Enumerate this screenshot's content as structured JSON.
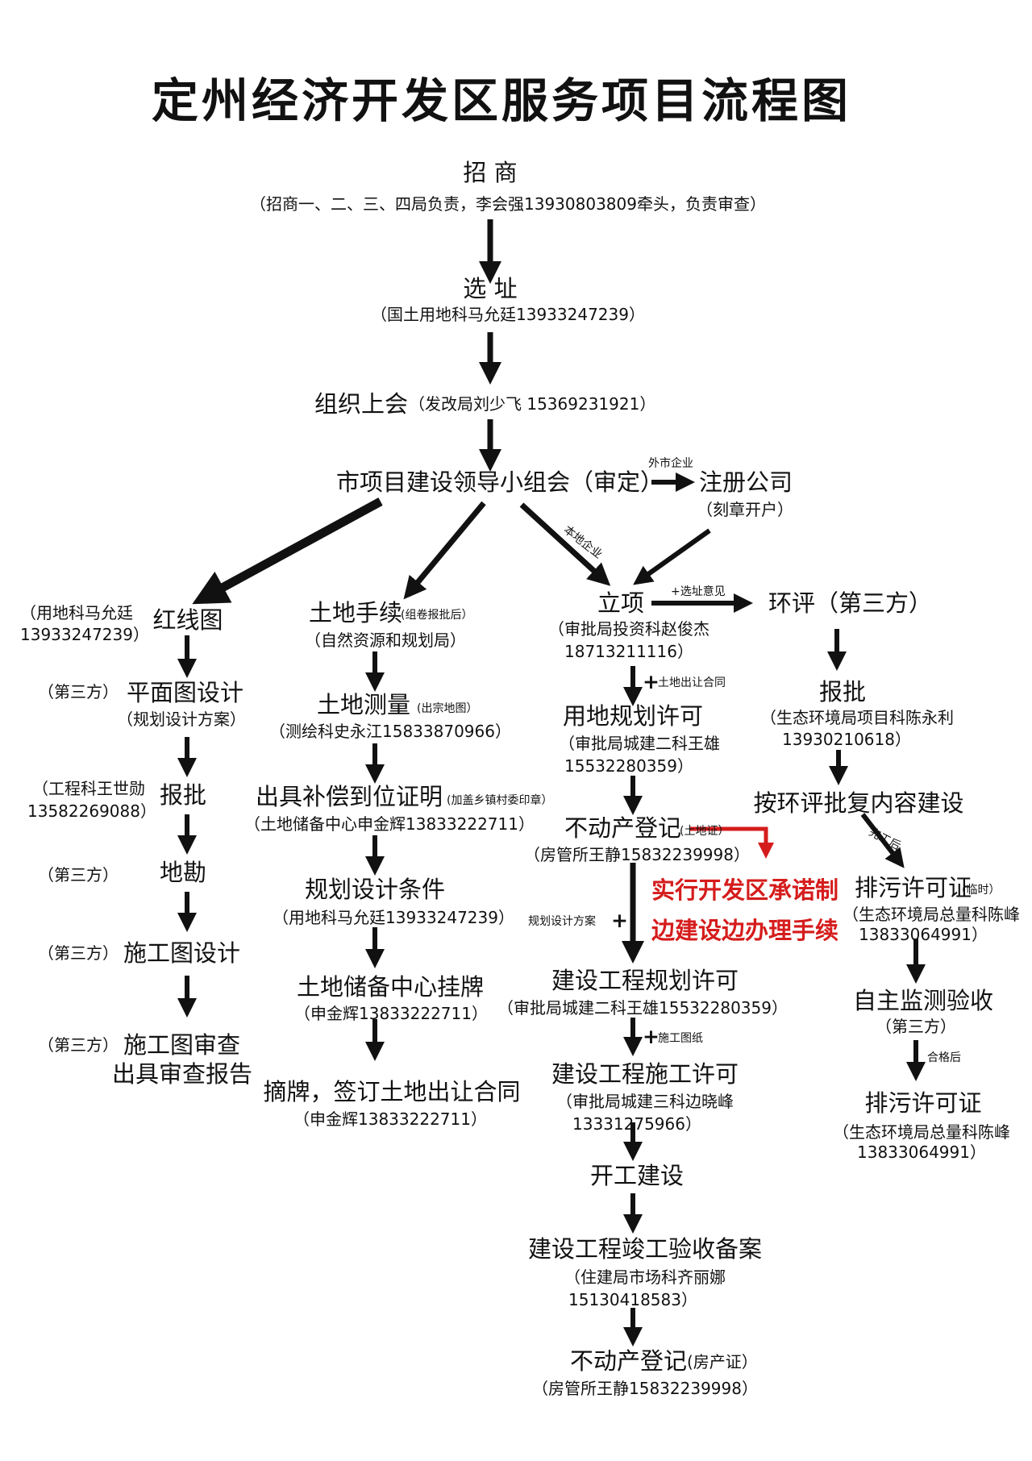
{
  "title": "定州经济开发区服务项目流程图",
  "nodes": {
    "zhaoshang": {
      "label": "招 商",
      "sub": "（招商一、二、三、四局负责，李会强13930803809牵头，负责审查）"
    },
    "xuanzhi": {
      "label": "选 址",
      "sub": "（国土用地科马允廷13933247239）"
    },
    "zuzhi": {
      "label": "组织上会",
      "sub": "（发改局刘少飞 15369231921）"
    },
    "shixiangmu": {
      "label": "市项目建设领导小组会（审定）"
    },
    "zhuce": {
      "label": "注册公司",
      "sub": "（刻章开户）"
    },
    "hongxiantu": {
      "label": "红线图",
      "note_line1": "（用地科马允廷",
      "note_line2": "13933247239）"
    },
    "pingmian": {
      "label": "平面图设计",
      "prefix": "（第三方）",
      "sub": "（规划设计方案）"
    },
    "baopi_left": {
      "label": "报批",
      "note_line1": "（工程科王世勋",
      "note_line2": "13582269088）"
    },
    "dikan": {
      "label": "地勘",
      "prefix": "（第三方）"
    },
    "shigongtu": {
      "label": "施工图设计",
      "prefix": "（第三方）"
    },
    "shencha": {
      "label_line1": "施工图审查",
      "label_line2": "出具审查报告",
      "prefix": "（第三方）"
    },
    "tudishouxu": {
      "label": "土地手续",
      "note": "(组卷报批后）",
      "sub": "（自然资源和规划局）"
    },
    "celiang": {
      "label": "土地测量",
      "note": "(出宗地图）",
      "sub": "（测绘科史永江15833870966）"
    },
    "buchang": {
      "label": "出具补偿到位证明",
      "note": "(加盖乡镇村委印章）",
      "sub": "（土地储备中心申金辉13833222711）"
    },
    "guihuatiaojian": {
      "label": "规划设计条件",
      "sub": "（用地科马允廷13933247239）"
    },
    "guapai": {
      "label": "土地储备中心挂牌",
      "sub": "（申金辉13833222711）"
    },
    "zhaipai": {
      "label": "摘牌，签订土地出让合同",
      "sub": "（申金辉13833222711）"
    },
    "lixiang": {
      "label": "立项",
      "sub_line1": "（审批局投资科赵俊杰",
      "sub_line2": "18713211116）"
    },
    "yongdi": {
      "label": "用地规划许可",
      "sub_line1": "（审批局城建二科王雄",
      "sub_line2": "15532280359）"
    },
    "budongchan1": {
      "label": "不动产登记",
      "note": "(土地证）",
      "sub": "（房管所王静15832239998）"
    },
    "gcguihua": {
      "label": "建设工程规划许可",
      "sub": "（审批局城建二科王雄15532280359）"
    },
    "gcshigong": {
      "label": "建设工程施工许可",
      "sub_line1": "（审批局城建三科边晓峰",
      "sub_line2": "13331275966）"
    },
    "kaigong": {
      "label": "开工建设"
    },
    "jungong": {
      "label": "建设工程竣工验收备案",
      "sub_line1": "（住建局市场科齐丽娜",
      "sub_line2": "15130418583）"
    },
    "budongchan2": {
      "label": "不动产登记",
      "note": "(房产证）",
      "sub": "（房管所王静15832239998）"
    },
    "huanping": {
      "label": "环评（第三方）"
    },
    "baopi_right": {
      "label": "报批",
      "sub_line1": "（生态环境局项目科陈永利",
      "sub_line2": "13930210618）"
    },
    "anhuanping": {
      "label": "按环评批复内容建设"
    },
    "paiwu_temp": {
      "label": "排污许可证",
      "note": "(临时）",
      "sub_line1": "（生态环境局总量科陈峰",
      "sub_line2": "13833064991）"
    },
    "zizhu": {
      "label": "自主监测验收",
      "sub": "（第三方）"
    },
    "paiwu": {
      "label": "排污许可证",
      "sub_line1": "（生态环境局总量科陈峰",
      "sub_line2": "13833064991）"
    }
  },
  "edge_labels": {
    "waishi": "外市企业",
    "bendi": "本地企业",
    "xuanzhi_yijian": "+选址意见",
    "tudi_churang": "土地出让合同",
    "guihua_fangan": "规划设计方案",
    "shigong_tuzhi": "施工图纸",
    "wangong_hou": "完工后",
    "hege_hou": "合格后",
    "plus": "+"
  },
  "callout": {
    "line1": "实行开发区承诺制",
    "line2": "边建设边办理手续",
    "color": "#d51c1c"
  }
}
